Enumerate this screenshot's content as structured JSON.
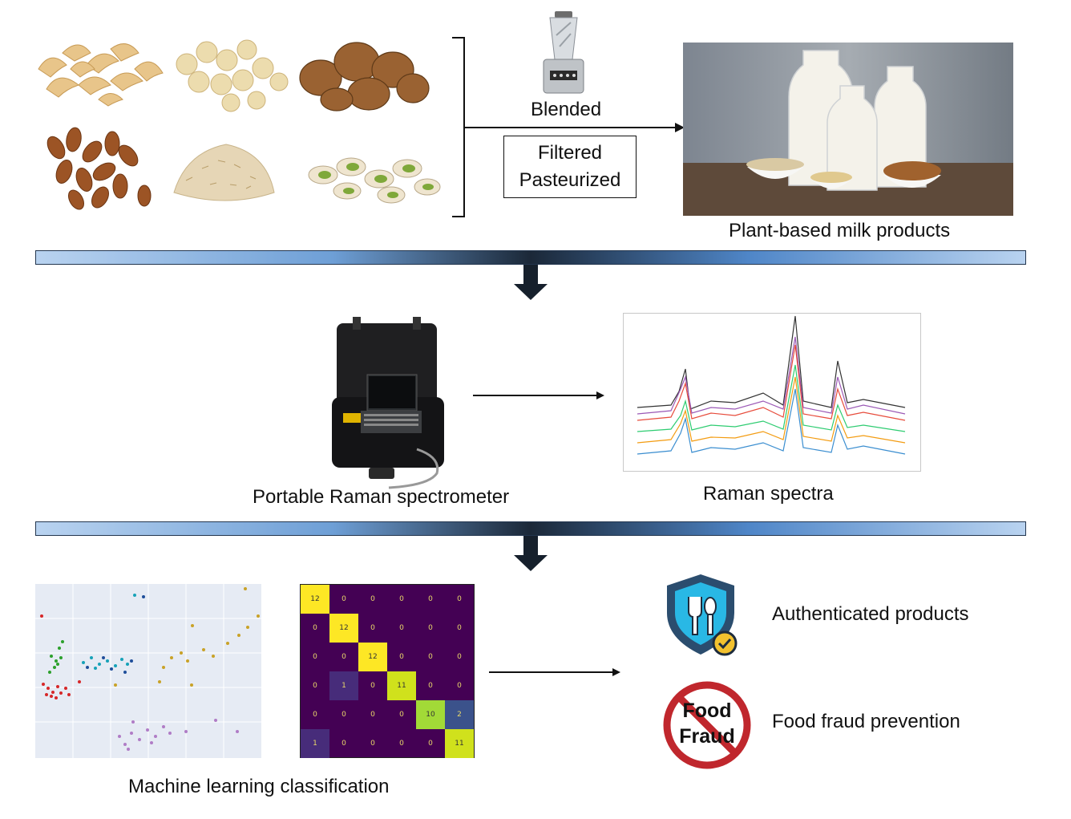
{
  "top": {
    "step_blended": "Blended",
    "step_box_line1": "Filtered",
    "step_box_line2": "Pasteurized",
    "product_caption": "Plant-based milk products"
  },
  "middle": {
    "device_caption": "Portable Raman spectrometer",
    "spectra_caption": "Raman spectra"
  },
  "bottom": {
    "ml_caption": "Machine learning classification",
    "outcome_1": "Authenticated products",
    "outcome_2": "Food fraud prevention",
    "fraud_sign_line1": "Food",
    "fraud_sign_line2": "Fraud"
  },
  "confusion_matrix": {
    "rows": [
      [
        "12",
        "0",
        "0",
        "0",
        "0",
        "0"
      ],
      [
        "0",
        "12",
        "0",
        "0",
        "0",
        "0"
      ],
      [
        "0",
        "0",
        "12",
        "0",
        "0",
        "0"
      ],
      [
        "0",
        "1",
        "0",
        "11",
        "0",
        "0"
      ],
      [
        "0",
        "0",
        "0",
        "0",
        "10",
        "2"
      ],
      [
        "1",
        "0",
        "0",
        "0",
        "0",
        "11"
      ]
    ]
  },
  "colors": {
    "bar_dark": "#1b2838",
    "bar_light": "#b9d3f0",
    "matrix_bg": "#440154",
    "matrix_diag": "#fde725",
    "shield": "#2b4d6e",
    "prohibit": "#c0272d"
  }
}
